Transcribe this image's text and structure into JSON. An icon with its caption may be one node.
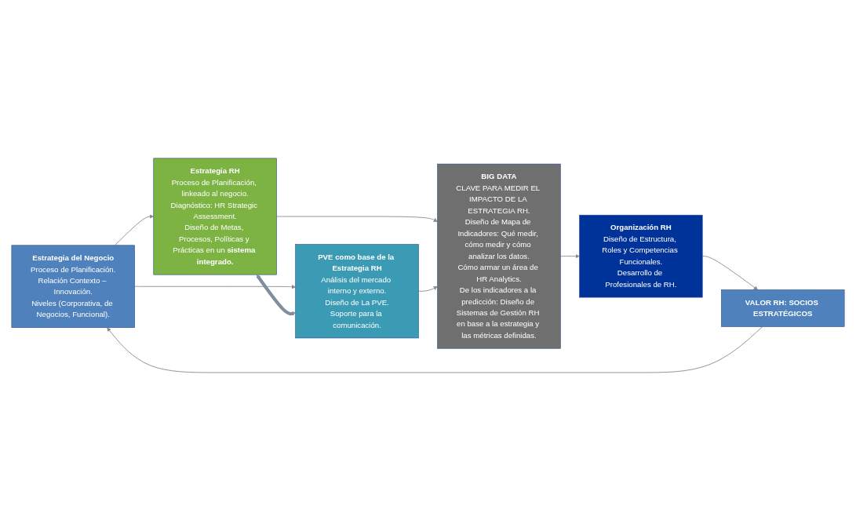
{
  "diagram": {
    "nodes": [
      {
        "text": [
          "Estrategia del Negocio",
          "Proceso de Planificación.",
          "Relación Contexto – Innovación.",
          "Niveles (Corporativa, de Negocios, Funcional)."
        ]
      },
      {
        "text": [
          "Estrategia RH",
          "Proceso de Planificación, linkeado al negocio.",
          "Diagnóstico: HR Strategic Assessment.",
          "Diseño de Metas, Procesos, Políticas y Prácticas en un **sistema integrado.**"
        ]
      },
      {
        "text": [
          "PVE como base de la Estrategia RH",
          "Análisis del mercado interno y externo.",
          "Diseño de La PVE.",
          "Soporte para la comunicación."
        ]
      },
      {
        "text": [
          "BIG DATA",
          "CLAVE PARA MEDIR EL IMPACTO DE LA ESTRATEGIA RH.",
          "Diseño de Mapa de Indicadores: Qué medir, cómo medir y cómo analizar los datos.",
          "Cómo armar un área de HR Analytics.",
          "De los indicadores a la predicción: Diseño de Sistemas de Gestión RH en base a la estrategia y las métricas definidas."
        ]
      },
      {
        "text": [
          "Organización RH",
          "Diseño de Estructura, Roles y Competencias Funcionales.",
          "Desarrollo de Profesionales de RH."
        ]
      },
      {
        "text": [
          "VALOR RH: SOCIOS ESTRATÉGICOS"
        ]
      }
    ],
    "edges": [
      {
        "from": 0,
        "to": 1,
        "arrow": "to"
      },
      {
        "from": 0,
        "to": 2,
        "arrow": "to"
      },
      {
        "from": 1,
        "to": 2,
        "arrow": "both",
        "style": "thick",
        "color": "#7f8fa0"
      },
      {
        "from": 1,
        "to": 3,
        "arrow": "to"
      },
      {
        "from": 2,
        "to": 3,
        "arrow": "to"
      },
      {
        "from": 3,
        "to": 4,
        "arrow": "to"
      },
      {
        "from": 4,
        "to": 5,
        "arrow": "to"
      },
      {
        "from": 5,
        "to": 0,
        "arrow": "to"
      }
    ]
  }
}
